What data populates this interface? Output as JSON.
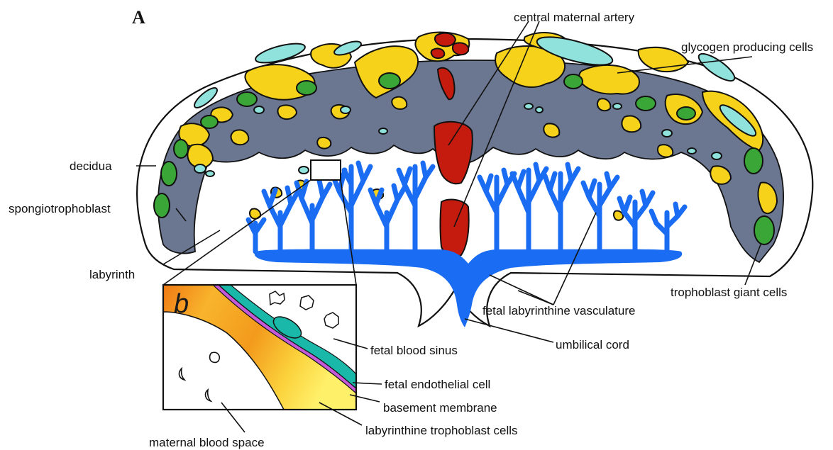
{
  "panel_label": "A",
  "inset_letter": "b",
  "labels": {
    "central_maternal_artery": "central maternal artery",
    "glycogen_producing_cells": "glycogen producing cells",
    "decidua": "decidua",
    "spongiotrophoblast": "spongiotrophoblast",
    "labyrinth": "labyrinth",
    "trophoblast_giant_cells": "trophoblast giant cells",
    "fetal_labyrinthine_vasculature": "fetal labyrinthine vasculature",
    "umbilical_cord": "umbilical cord",
    "fetal_blood_sinus": "fetal blood sinus",
    "fetal_endothelial_cell": "fetal endothelial cell",
    "basement_membrane": "basement membrane",
    "labyrinthine_trophoblast_cells": "labyrinthine trophoblast cells",
    "maternal_blood_space": "maternal blood space"
  },
  "colors": {
    "spongiotrophoblast": "#6b7791",
    "glycogen_cells": "#f6d21a",
    "giant_cells": "#3aa637",
    "vessels_cyan": "#8fe3dc",
    "artery": "#c51a0e",
    "fetal_vasculature": "#1a6cf2",
    "endothelium": "#1ab8a8",
    "basement_membrane": "#c45ad8",
    "trophoblast_orange": "#f39a1c"
  }
}
